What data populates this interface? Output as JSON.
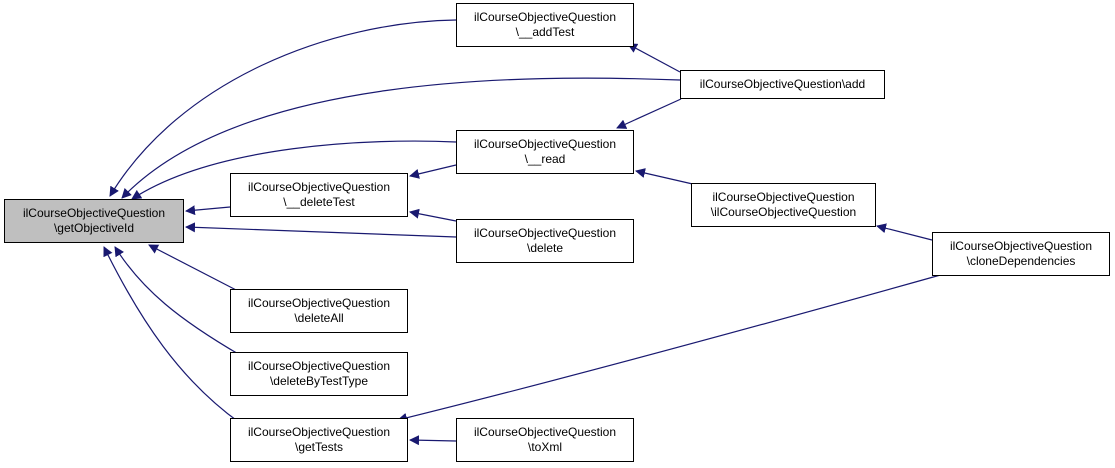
{
  "diagram": {
    "colors": {
      "edge": "#191970",
      "node_border": "#000000",
      "focus_fill": "#bfbfbf",
      "node_fill": "#ffffff"
    },
    "nodes": {
      "getObjectiveId": {
        "line1": "ilCourseObjectiveQuestion",
        "line2": "\\getObjectiveId"
      },
      "addTest": {
        "line1": "ilCourseObjectiveQuestion",
        "line2": "\\__addTest"
      },
      "add": {
        "line1": "ilCourseObjectiveQuestion\\add",
        "line2": ""
      },
      "read": {
        "line1": "ilCourseObjectiveQuestion",
        "line2": "\\__read"
      },
      "deleteTest": {
        "line1": "ilCourseObjectiveQuestion",
        "line2": "\\__deleteTest"
      },
      "constructor": {
        "line1": "ilCourseObjectiveQuestion",
        "line2": "\\ilCourseObjectiveQuestion"
      },
      "delete": {
        "line1": "ilCourseObjectiveQuestion",
        "line2": "\\delete"
      },
      "cloneDependencies": {
        "line1": "ilCourseObjectiveQuestion",
        "line2": "\\cloneDependencies"
      },
      "deleteAll": {
        "line1": "ilCourseObjectiveQuestion",
        "line2": "\\deleteAll"
      },
      "deleteByTestType": {
        "line1": "ilCourseObjectiveQuestion",
        "line2": "\\deleteByTestType"
      },
      "getTests": {
        "line1": "ilCourseObjectiveQuestion",
        "line2": "\\getTests"
      },
      "toXml": {
        "line1": "ilCourseObjectiveQuestion",
        "line2": "\\toXml"
      }
    },
    "edges": [
      {
        "from": "addTest",
        "to": "getObjectiveId"
      },
      {
        "from": "add",
        "to": "getObjectiveId"
      },
      {
        "from": "read",
        "to": "getObjectiveId"
      },
      {
        "from": "deleteTest",
        "to": "getObjectiveId"
      },
      {
        "from": "delete",
        "to": "getObjectiveId"
      },
      {
        "from": "deleteAll",
        "to": "getObjectiveId"
      },
      {
        "from": "deleteByTestType",
        "to": "getObjectiveId"
      },
      {
        "from": "getTests",
        "to": "getObjectiveId"
      },
      {
        "from": "add",
        "to": "addTest"
      },
      {
        "from": "add",
        "to": "read"
      },
      {
        "from": "read",
        "to": "deleteTest"
      },
      {
        "from": "delete",
        "to": "deleteTest"
      },
      {
        "from": "constructor",
        "to": "read"
      },
      {
        "from": "cloneDependencies",
        "to": "constructor"
      },
      {
        "from": "cloneDependencies",
        "to": "getTests"
      },
      {
        "from": "toXml",
        "to": "getTests"
      }
    ]
  }
}
